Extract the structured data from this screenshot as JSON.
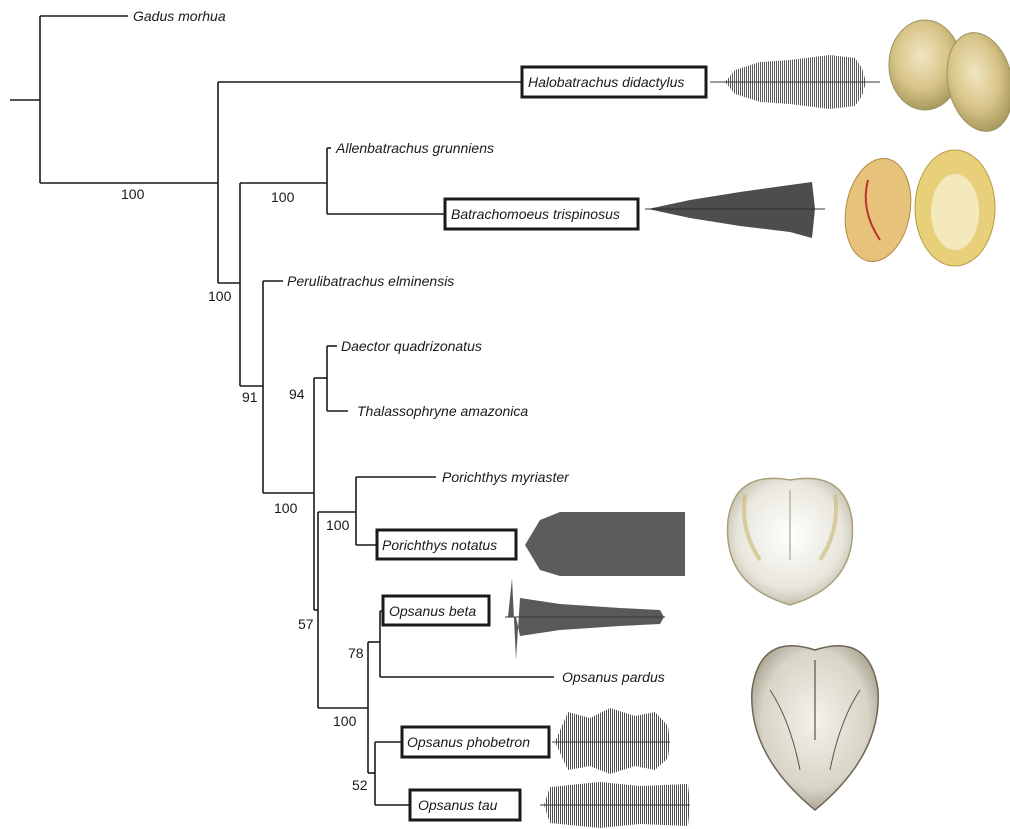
{
  "taxa": {
    "gadus": "Gadus morhua",
    "halobatrachus": "Halobatrachus didactylus",
    "allenbatrachus": "Allenbatrachus grunniens",
    "batrachomoeus": "Batrachomoeus trispinosus",
    "perulibatrachus": "Perulibatrachus elminensis",
    "daector": "Daector quadrizonatus",
    "thalassophryne": "Thalassophryne amazonica",
    "porichthys_myriaster": "Porichthys myriaster",
    "porichthys_notatus": "Porichthys notatus",
    "opsanus_beta": "Opsanus beta",
    "opsanus_pardus": "Opsanus pardus",
    "opsanus_phobetron": "Opsanus phobetron",
    "opsanus_tau": "Opsanus tau"
  },
  "support": {
    "root": "100",
    "batrachoidinae": "100",
    "allen_batrach": "100",
    "perul_clade": "91",
    "daector_thal": "94",
    "new_world": "100",
    "porichthys": "100",
    "opsanus_porichthys": "57",
    "opsanus": "100",
    "beta_pardus": "78",
    "phobetron_tau": "52"
  },
  "colors": {
    "line": "#1a1a1a",
    "oscillogram": "#3a3a3a",
    "swimbladder_yellow": "#d9c58a",
    "swimbladder_white": "#e8e6dc"
  }
}
